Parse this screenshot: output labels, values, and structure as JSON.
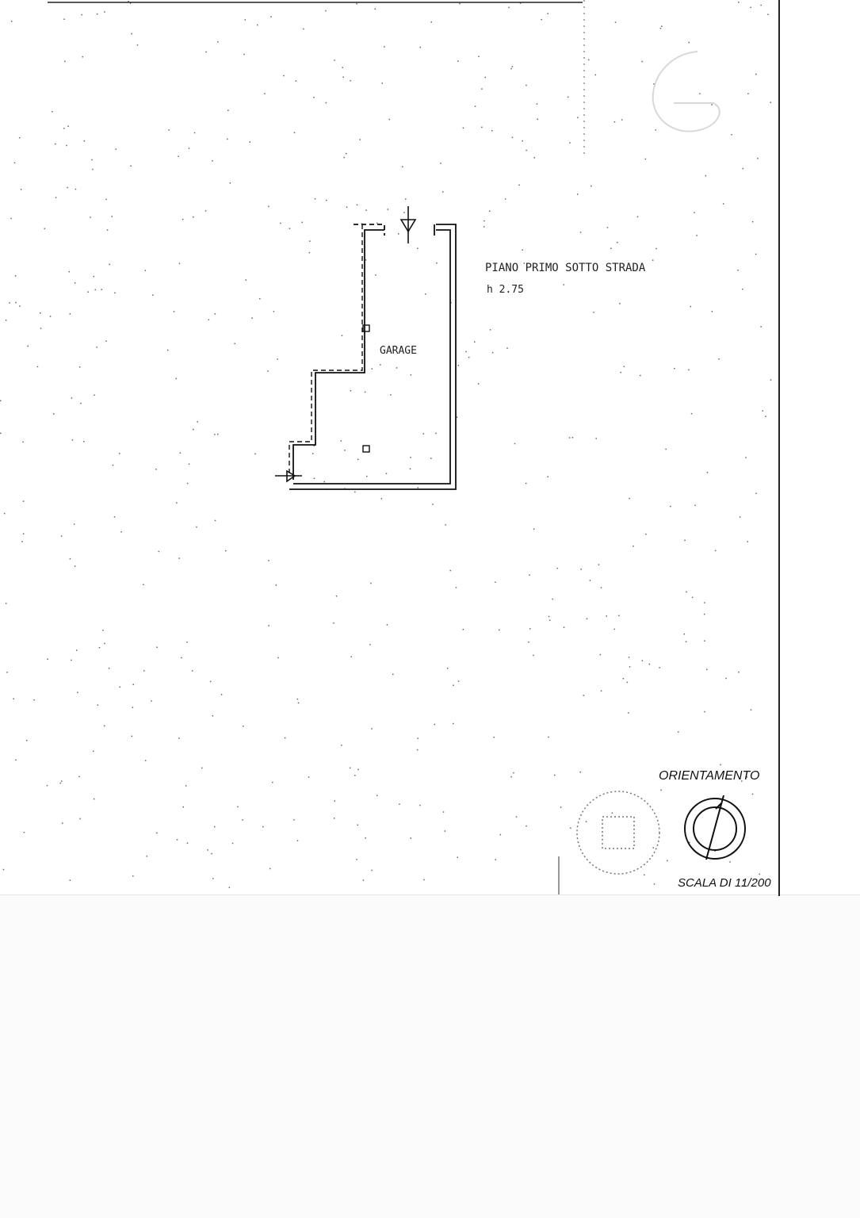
{
  "plan": {
    "title": "PIANO PRIMO SOTTO STRADA",
    "height_label": "h 2.75",
    "room_label": "GARAGE"
  },
  "legend": {
    "orientation_label": "ORIENTAMENTO",
    "scale_label": "SCALA DI 1:",
    "scale_value": "1/200"
  },
  "colors": {
    "ink": "#111111",
    "paper": "#ffffff"
  }
}
